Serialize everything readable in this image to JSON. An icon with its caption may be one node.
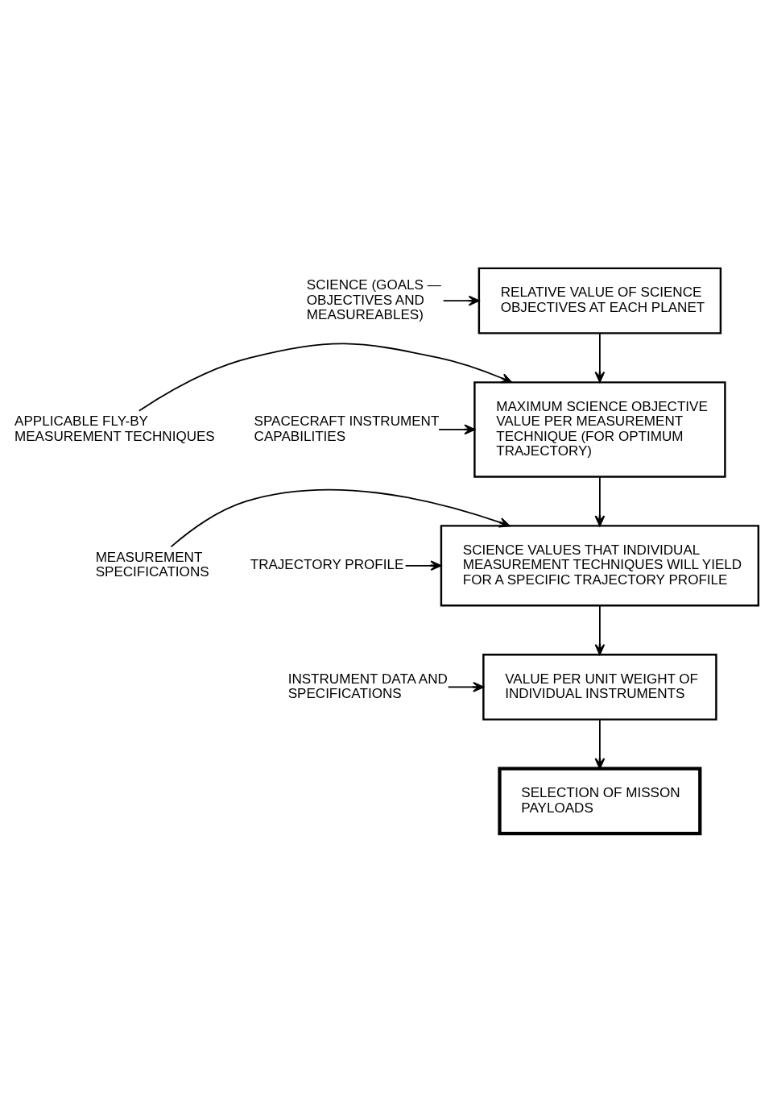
{
  "diagram": {
    "nodes": [
      {
        "text": [
          "SCIENCE (GOALS — OBJECTIVES AND MEASUREABLES)"
        ]
      },
      {
        "text": [
          "RELATIVE VALUE OF SCIENCE OBJECTIVES AT EACH PLANET"
        ]
      },
      {
        "text": [
          "APPLICABLE FLY-BY MEASUREMENT TECHNIQUES"
        ]
      },
      {
        "text": [
          "SPACECRAFT INSTRUMENT CAPABILITIES"
        ]
      },
      {
        "text": [
          "MAXIMUM SCIENCE OBJECTIVE VALUE PER MEASUREMENT TECHNIQUE (FOR OPTIMUM TRAJECTORY)"
        ]
      },
      {
        "text": [
          "MEASUREMENT SPECIFICATIONS"
        ]
      },
      {
        "text": [
          "TRAJECTORY PROFILE"
        ]
      },
      {
        "text": [
          "SCIENCE VALUES THAT INDIVIDUAL MEASUREMENT TECHNIQUES WILL YIELD FOR A SPECIFIC TRAJECTORY PROFILE"
        ]
      },
      {
        "text": [
          "INSTRUMENT DATA AND SPECIFICATIONS"
        ]
      },
      {
        "text": [
          "VALUE PER UNIT WEIGHT OF INDIVIDUAL INSTRUMENTS"
        ]
      },
      {
        "text": [
          "SELECTION OF MISSON PAYLOADS"
        ]
      }
    ],
    "edges": [
      {
        "from": 0,
        "to": 1,
        "arrow": "to"
      },
      {
        "from": 1,
        "to": 4,
        "arrow": "to"
      },
      {
        "from": 2,
        "to": 4,
        "arrow": "to"
      },
      {
        "from": 3,
        "to": 4,
        "arrow": "to"
      },
      {
        "from": 4,
        "to": 7,
        "arrow": "to"
      },
      {
        "from": 5,
        "to": 7,
        "arrow": "to"
      },
      {
        "from": 6,
        "to": 7,
        "arrow": "to"
      },
      {
        "from": 7,
        "to": 9,
        "arrow": "to"
      },
      {
        "from": 8,
        "to": 9,
        "arrow": "to"
      },
      {
        "from": 9,
        "to": 10,
        "arrow": "to"
      }
    ]
  }
}
